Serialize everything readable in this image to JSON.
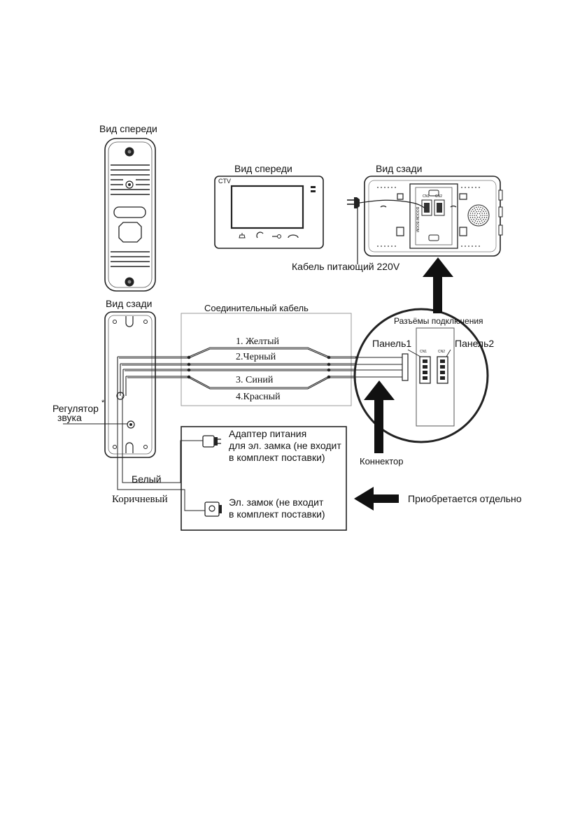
{
  "panel": {
    "front_title": "Вид спереди",
    "back_title": "Вид сзади",
    "volume_label_line1": "Регулятор",
    "volume_label_line2": "звука",
    "volume_mark": "*"
  },
  "monitor": {
    "front_title": "Вид спереди",
    "back_title": "Вид сзади",
    "brand": "CTV",
    "power_cable_label": "Кабель питающий 220V",
    "pcb_marking": "BOOOM BOOM",
    "cn1_small": "CN1",
    "cn2_small": "CN2"
  },
  "cable": {
    "title": "Соединительный кабель",
    "wires": [
      "1. Желтый",
      "2.Черный",
      "3. Синий",
      "4.Красный"
    ]
  },
  "connectors": {
    "title": "Разъёмы подключения",
    "panel1": "Панель1",
    "panel2": "Панель2",
    "cn1": "CN1",
    "cn2": "CN2",
    "connector_label": "Коннектор"
  },
  "lock": {
    "adapter_line1": "Адаптер питания",
    "adapter_line2": "для эл. замка (не входит",
    "adapter_line3": "в комплект поставки)",
    "lock_line1": "Эл. замок (не входит",
    "lock_line2": "в комплект поставки)",
    "white_wire": "Белый",
    "brown_wire": "Коричневый",
    "purchased_separately": "Приобретается отдельно"
  }
}
